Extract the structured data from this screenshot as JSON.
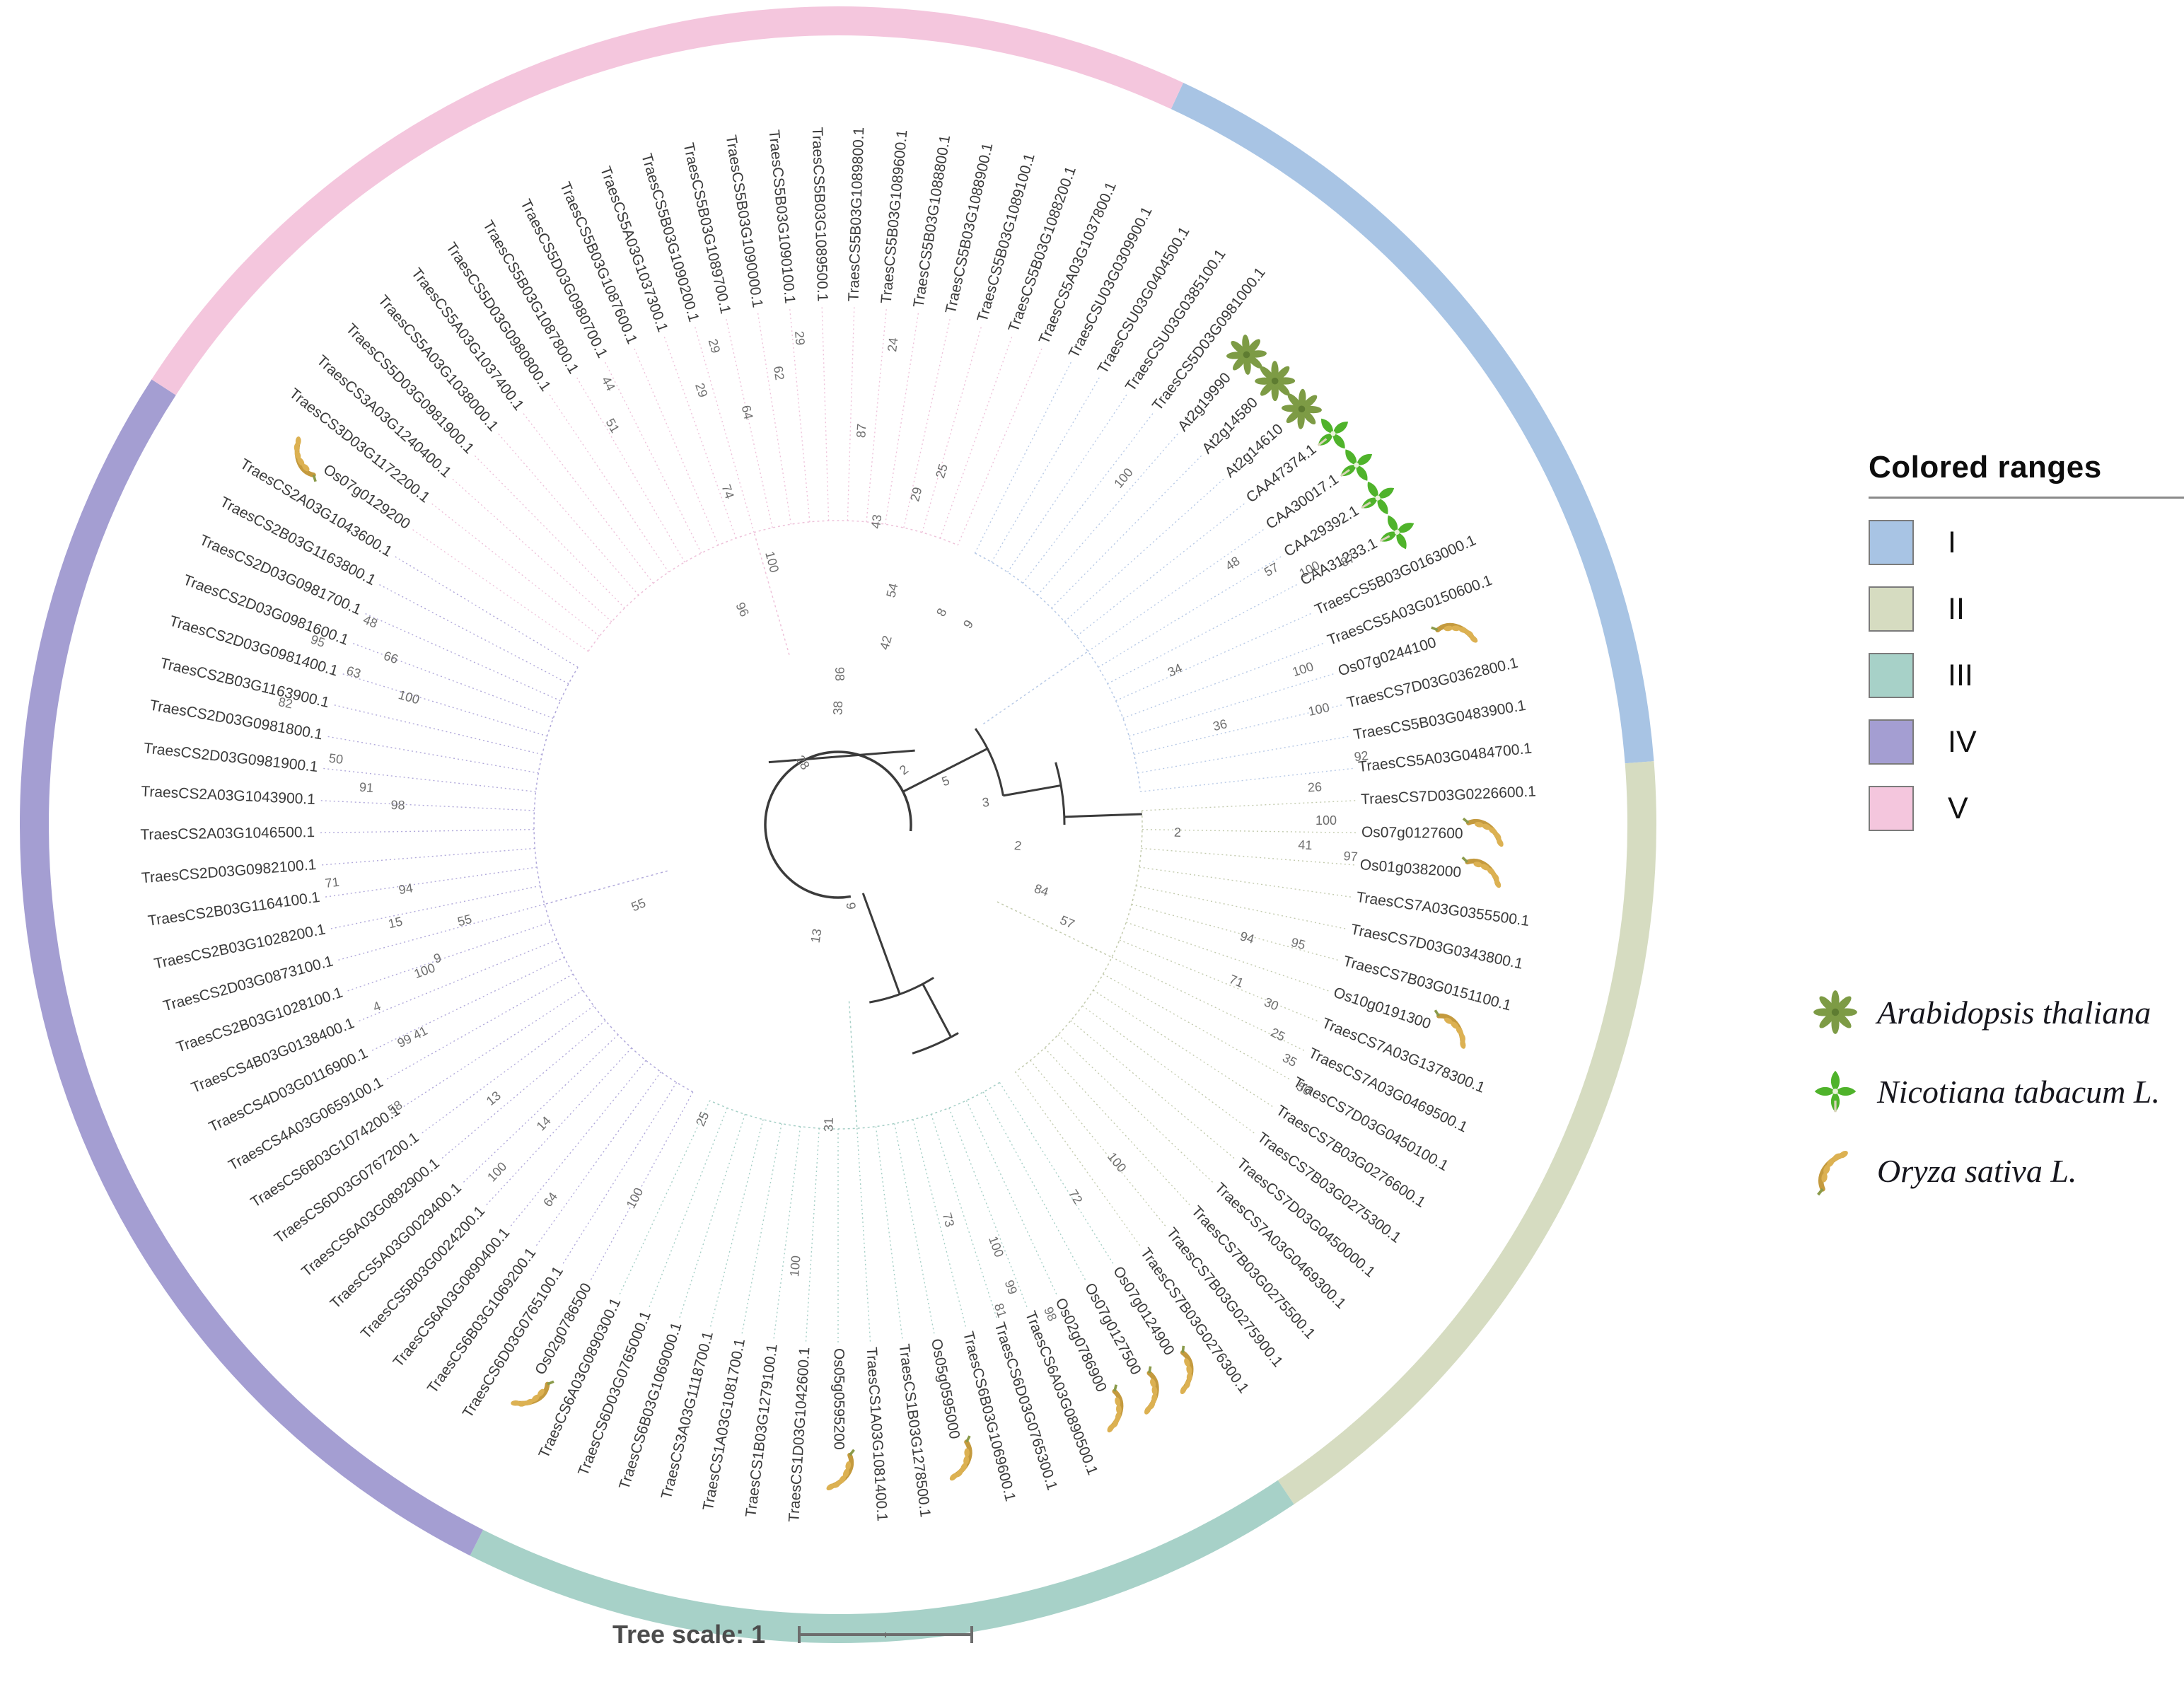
{
  "legend": {
    "title": "Colored ranges",
    "ranges": [
      {
        "label": "I",
        "color": "#a8c4e4"
      },
      {
        "label": "II",
        "color": "#d6dcc1"
      },
      {
        "label": "III",
        "color": "#a7d1c8"
      },
      {
        "label": "IV",
        "color": "#a49ed2"
      },
      {
        "label": "V",
        "color": "#f4c6dd"
      }
    ]
  },
  "species_legend": [
    {
      "name": "Arabidopsis thaliana",
      "icon": "arabidopsis-icon"
    },
    {
      "name": "Nicotiana tabacum L.",
      "icon": "tobacco-icon"
    },
    {
      "name": "Oryza sativa L.",
      "icon": "rice-icon"
    }
  ],
  "tree_scale": {
    "label": "Tree scale: 1",
    "value": 1
  },
  "tree": {
    "groups": {
      "I": {
        "color": "#a8c4e4",
        "branch_color": "#b7c9e6"
      },
      "II": {
        "color": "#d6dcc1",
        "branch_color": "#c3cbae"
      },
      "III": {
        "color": "#a7d1c8",
        "branch_color": "#a5cfc6"
      },
      "IV": {
        "color": "#a49ed2",
        "branch_color": "#b0a8da"
      },
      "V": {
        "color": "#f4c6dd",
        "branch_color": "#eec2da"
      }
    },
    "leaves": [
      {
        "label": "TraesCSU03G0309900.1",
        "group": "I",
        "icon": null
      },
      {
        "label": "TraesCSU03G0404500.1",
        "group": "I",
        "icon": null
      },
      {
        "label": "TraesCSU03G0385100.1",
        "group": "I",
        "icon": null
      },
      {
        "label": "TraesCS5D03G0981000.1",
        "group": "I",
        "icon": null
      },
      {
        "label": "At2g19990",
        "group": "I",
        "icon": "arabidopsis"
      },
      {
        "label": "At2g14580",
        "group": "I",
        "icon": "arabidopsis"
      },
      {
        "label": "At2g14610",
        "group": "I",
        "icon": "arabidopsis"
      },
      {
        "label": "CAA47374.1",
        "group": "I",
        "icon": "tobacco"
      },
      {
        "label": "CAA30017.1",
        "group": "I",
        "icon": "tobacco"
      },
      {
        "label": "CAA29392.1",
        "group": "I",
        "icon": "tobacco"
      },
      {
        "label": "CAA31233.1",
        "group": "I",
        "icon": "tobacco"
      },
      {
        "label": "TraesCS5B03G0163000.1",
        "group": "I",
        "icon": null
      },
      {
        "label": "TraesCS5A03G0150600.1",
        "group": "I",
        "icon": null
      },
      {
        "label": "Os07g0244100",
        "group": "I",
        "icon": "rice"
      },
      {
        "label": "TraesCS7D03G0362800.1",
        "group": "I",
        "icon": null
      },
      {
        "label": "TraesCS5B03G0483900.1",
        "group": "I",
        "icon": null
      },
      {
        "label": "TraesCS5A03G0484700.1",
        "group": "I",
        "icon": null
      },
      {
        "label": "TraesCS7D03G0226600.1",
        "group": "II",
        "icon": null
      },
      {
        "label": "Os07g0127600",
        "group": "II",
        "icon": "rice"
      },
      {
        "label": "Os01g0382000",
        "group": "II",
        "icon": "rice"
      },
      {
        "label": "TraesCS7A03G0355500.1",
        "group": "II",
        "icon": null
      },
      {
        "label": "TraesCS7D03G0343800.1",
        "group": "II",
        "icon": null
      },
      {
        "label": "TraesCS7B03G0151100.1",
        "group": "II",
        "icon": null
      },
      {
        "label": "Os10g0191300",
        "group": "II",
        "icon": "rice"
      },
      {
        "label": "TraesCS7A03G1378300.1",
        "group": "II",
        "icon": null
      },
      {
        "label": "TraesCS7A03G0469500.1",
        "group": "II",
        "icon": null
      },
      {
        "label": "TraesCS7D03G0450100.1",
        "group": "II",
        "icon": null
      },
      {
        "label": "TraesCS7B03G0276600.1",
        "group": "II",
        "icon": null
      },
      {
        "label": "TraesCS7B03G0275300.1",
        "group": "II",
        "icon": null
      },
      {
        "label": "TraesCS7D03G0450000.1",
        "group": "II",
        "icon": null
      },
      {
        "label": "TraesCS7A03G0469300.1",
        "group": "II",
        "icon": null
      },
      {
        "label": "TraesCS7B03G0275500.1",
        "group": "II",
        "icon": null
      },
      {
        "label": "TraesCS7B03G0275900.1",
        "group": "II",
        "icon": null
      },
      {
        "label": "TraesCS7B03G0276300.1",
        "group": "II",
        "icon": null
      },
      {
        "label": "Os07g0124900",
        "group": "III",
        "icon": "rice"
      },
      {
        "label": "Os07g0127500",
        "group": "III",
        "icon": "rice"
      },
      {
        "label": "Os02g0786900",
        "group": "III",
        "icon": "rice"
      },
      {
        "label": "TraesCS6A03G0890500.1",
        "group": "III",
        "icon": null
      },
      {
        "label": "TraesCS6D03G0765300.1",
        "group": "III",
        "icon": null
      },
      {
        "label": "TraesCS6B03G1069600.1",
        "group": "III",
        "icon": null
      },
      {
        "label": "Os05g0595000",
        "group": "III",
        "icon": "rice"
      },
      {
        "label": "TraesCS1B03G1278500.1",
        "group": "III",
        "icon": null
      },
      {
        "label": "TraesCS1A03G1081400.1",
        "group": "III",
        "icon": null
      },
      {
        "label": "Os05g0595200",
        "group": "III",
        "icon": "rice"
      },
      {
        "label": "TraesCS1D03G1042600.1",
        "group": "III",
        "icon": null
      },
      {
        "label": "TraesCS1B03G1279100.1",
        "group": "III",
        "icon": null
      },
      {
        "label": "TraesCS1A03G1081700.1",
        "group": "III",
        "icon": null
      },
      {
        "label": "TraesCS3A03G1118700.1",
        "group": "III",
        "icon": null
      },
      {
        "label": "TraesCS6B03G1069000.1",
        "group": "III",
        "icon": null
      },
      {
        "label": "TraesCS6D03G0765000.1",
        "group": "III",
        "icon": null
      },
      {
        "label": "TraesCS6A03G0890300.1",
        "group": "III",
        "icon": null
      },
      {
        "label": "Os02g0786500",
        "group": "IV",
        "icon": "rice"
      },
      {
        "label": "TraesCS6D03G0765100.1",
        "group": "IV",
        "icon": null
      },
      {
        "label": "TraesCS6B03G1069200.1",
        "group": "IV",
        "icon": null
      },
      {
        "label": "TraesCS6A03G0890400.1",
        "group": "IV",
        "icon": null
      },
      {
        "label": "TraesCS5B03G0024200.1",
        "group": "IV",
        "icon": null
      },
      {
        "label": "TraesCS5A03G0029400.1",
        "group": "IV",
        "icon": null
      },
      {
        "label": "TraesCS6A03G0892900.1",
        "group": "IV",
        "icon": null
      },
      {
        "label": "TraesCS6D03G0767200.1",
        "group": "IV",
        "icon": null
      },
      {
        "label": "TraesCS6B03G1074200.1",
        "group": "IV",
        "icon": null
      },
      {
        "label": "TraesCS4A03G0659100.1",
        "group": "IV",
        "icon": null
      },
      {
        "label": "TraesCS4D03G0116900.1",
        "group": "IV",
        "icon": null
      },
      {
        "label": "TraesCS4B03G0138400.1",
        "group": "IV",
        "icon": null
      },
      {
        "label": "TraesCS2B03G1028100.1",
        "group": "IV",
        "icon": null
      },
      {
        "label": "TraesCS2D03G0873100.1",
        "group": "IV",
        "icon": null
      },
      {
        "label": "TraesCS2B03G1028200.1",
        "group": "IV",
        "icon": null
      },
      {
        "label": "TraesCS2B03G1164100.1",
        "group": "IV",
        "icon": null
      },
      {
        "label": "TraesCS2D03G0982100.1",
        "group": "IV",
        "icon": null
      },
      {
        "label": "TraesCS2A03G1046500.1",
        "group": "IV",
        "icon": null
      },
      {
        "label": "TraesCS2A03G1043900.1",
        "group": "IV",
        "icon": null
      },
      {
        "label": "TraesCS2D03G0981900.1",
        "group": "IV",
        "icon": null
      },
      {
        "label": "TraesCS2D03G0981800.1",
        "group": "IV",
        "icon": null
      },
      {
        "label": "TraesCS2B03G1163900.1",
        "group": "IV",
        "icon": null
      },
      {
        "label": "TraesCS2D03G0981400.1",
        "group": "IV",
        "icon": null
      },
      {
        "label": "TraesCS2D03G0981600.1",
        "group": "IV",
        "icon": null
      },
      {
        "label": "TraesCS2D03G0981700.1",
        "group": "IV",
        "icon": null
      },
      {
        "label": "TraesCS2B03G1163800.1",
        "group": "IV",
        "icon": null
      },
      {
        "label": "TraesCS2A03G1043600.1",
        "group": "IV",
        "icon": null
      },
      {
        "label": "Os07g0129200",
        "group": "V",
        "icon": "rice"
      },
      {
        "label": "TraesCS3D03G1172200.1",
        "group": "V",
        "icon": null
      },
      {
        "label": "TraesCS3A03G1240400.1",
        "group": "V",
        "icon": null
      },
      {
        "label": "TraesCS5D03G0981900.1",
        "group": "V",
        "icon": null
      },
      {
        "label": "TraesCS5A03G1038000.1",
        "group": "V",
        "icon": null
      },
      {
        "label": "TraesCS5A03G1037400.1",
        "group": "V",
        "icon": null
      },
      {
        "label": "TraesCS5D03G0980800.1",
        "group": "V",
        "icon": null
      },
      {
        "label": "TraesCS5B03G1087800.1",
        "group": "V",
        "icon": null
      },
      {
        "label": "TraesCS5D03G0980700.1",
        "group": "V",
        "icon": null
      },
      {
        "label": "TraesCS5B03G1087600.1",
        "group": "V",
        "icon": null
      },
      {
        "label": "TraesCS5A03G1037300.1",
        "group": "V",
        "icon": null
      },
      {
        "label": "TraesCS5B03G1090200.1",
        "group": "V",
        "icon": null
      },
      {
        "label": "TraesCS5B03G1089700.1",
        "group": "V",
        "icon": null
      },
      {
        "label": "TraesCS5B03G1090000.1",
        "group": "V",
        "icon": null
      },
      {
        "label": "TraesCS5B03G1090100.1",
        "group": "V",
        "icon": null
      },
      {
        "label": "TraesCS5B03G1089500.1",
        "group": "V",
        "icon": null
      },
      {
        "label": "TraesCS5B03G1089800.1",
        "group": "V",
        "icon": null
      },
      {
        "label": "TraesCS5B03G1089600.1",
        "group": "V",
        "icon": null
      },
      {
        "label": "TraesCS5B03G1088800.1",
        "group": "V",
        "icon": null
      },
      {
        "label": "TraesCS5B03G1088900.1",
        "group": "V",
        "icon": null
      },
      {
        "label": "TraesCS5B03G1089100.1",
        "group": "V",
        "icon": null
      },
      {
        "label": "TraesCS5B03G1088200.1",
        "group": "V",
        "icon": null
      },
      {
        "label": "TraesCS5A03G1037800.1",
        "group": "V",
        "icon": null
      }
    ],
    "bootstrap_values": [
      {
        "a": 53,
        "r": 121,
        "v": 2
      },
      {
        "a": 70,
        "r": 164,
        "v": 5
      },
      {
        "a": 83,
        "r": 211,
        "v": 3
      },
      {
        "a": 98,
        "r": 256,
        "v": 2
      },
      {
        "a": 109,
        "r": 302,
        "v": 84
      },
      {
        "a": 114,
        "r": 352,
        "v": 57
      },
      {
        "a": 174,
        "r": 116,
        "v": 9
      },
      {
        "a": 189,
        "r": 160,
        "v": 13
      },
      {
        "a": 40,
        "r": 635,
        "v": 100
      },
      {
        "a": 57,
        "r": 669,
        "v": 48
      },
      {
        "a": 60,
        "r": 711,
        "v": 57
      },
      {
        "a": 62,
        "r": 758,
        "v": 100
      },
      {
        "a": 63,
        "r": 812,
        "v": 87
      },
      {
        "a": 66,
        "r": 524,
        "v": 34
      },
      {
        "a": 72,
        "r": 693,
        "v": 100
      },
      {
        "a": 76,
        "r": 558,
        "v": 36
      },
      {
        "a": 77,
        "r": 699,
        "v": 100
      },
      {
        "a": 83,
        "r": 746,
        "v": 92
      },
      {
        "a": 86,
        "r": 676,
        "v": 26
      },
      {
        "a": 92,
        "r": 480,
        "v": 2
      },
      {
        "a": 93,
        "r": 661,
        "v": 41
      },
      {
        "a": 94,
        "r": 726,
        "v": 97
      },
      {
        "a": 90,
        "r": 690,
        "v": 100
      },
      {
        "a": 106,
        "r": 600,
        "v": 94
      },
      {
        "a": 105,
        "r": 672,
        "v": 95
      },
      {
        "a": 112,
        "r": 605,
        "v": 71
      },
      {
        "a": 113,
        "r": 663,
        "v": 30
      },
      {
        "a": 116,
        "r": 689,
        "v": 25
      },
      {
        "a": 118,
        "r": 720,
        "v": 35
      },
      {
        "a": 120,
        "r": 757,
        "v": 50
      },
      {
        "a": 141,
        "r": 619,
        "v": 100
      },
      {
        "a": 148,
        "r": 624,
        "v": 72
      },
      {
        "a": 165,
        "r": 580,
        "v": 73
      },
      {
        "a": 160,
        "r": 637,
        "v": 100
      },
      {
        "a": 160,
        "r": 698,
        "v": 99
      },
      {
        "a": 162,
        "r": 724,
        "v": 81
      },
      {
        "a": 157,
        "r": 754,
        "v": 98
      },
      {
        "a": 185,
        "r": 627,
        "v": 100
      },
      {
        "a": 181,
        "r": 424,
        "v": 31
      },
      {
        "a": 204,
        "r": 458,
        "v": 25
      },
      {
        "a": 208,
        "r": 601,
        "v": 100
      },
      {
        "a": 224,
        "r": 688,
        "v": 100
      },
      {
        "a": 217,
        "r": 668,
        "v": 64
      },
      {
        "a": 231,
        "r": 622,
        "v": 13
      },
      {
        "a": 224,
        "r": 593,
        "v": 14
      },
      {
        "a": 237,
        "r": 743,
        "v": 58
      },
      {
        "a": 243,
        "r": 660,
        "v": 41
      },
      {
        "a": 248,
        "r": 701,
        "v": 4
      },
      {
        "a": 251,
        "r": 597,
        "v": 9
      },
      {
        "a": 257,
        "r": 641,
        "v": 15
      },
      {
        "a": 247,
        "r": 304,
        "v": 55
      },
      {
        "a": 243,
        "r": 685,
        "v": 99
      },
      {
        "a": 250,
        "r": 620,
        "v": 100
      },
      {
        "a": 255,
        "r": 545,
        "v": 55
      },
      {
        "a": 261,
        "r": 618,
        "v": 94
      },
      {
        "a": 263,
        "r": 720,
        "v": 71
      },
      {
        "a": 272,
        "r": 623,
        "v": 98
      },
      {
        "a": 274,
        "r": 669,
        "v": 91
      },
      {
        "a": 277,
        "r": 716,
        "v": 50
      },
      {
        "a": 287,
        "r": 718,
        "v": 63
      },
      {
        "a": 290,
        "r": 675,
        "v": 66
      },
      {
        "a": 293,
        "r": 721,
        "v": 48
      },
      {
        "a": 286,
        "r": 633,
        "v": 100
      },
      {
        "a": 282,
        "r": 800,
        "v": 82
      },
      {
        "a": 289,
        "r": 780,
        "v": 95
      },
      {
        "a": 330,
        "r": 648,
        "v": 51
      },
      {
        "a": 332,
        "r": 703,
        "v": 44
      },
      {
        "a": 335,
        "r": 333,
        "v": 96
      },
      {
        "a": 345,
        "r": 383,
        "v": 100
      },
      {
        "a": 341,
        "r": 496,
        "v": 74
      },
      {
        "a": 347,
        "r": 597,
        "v": 64
      },
      {
        "a": 342,
        "r": 644,
        "v": 29
      },
      {
        "a": 345,
        "r": 699,
        "v": 29
      },
      {
        "a": 352,
        "r": 644,
        "v": 62
      },
      {
        "a": 355,
        "r": 690,
        "v": 29
      },
      {
        "a": 2,
        "r": 165,
        "v": 38
      },
      {
        "a": 16,
        "r": 266,
        "v": 42
      },
      {
        "a": 327,
        "r": 101,
        "v": 28
      },
      {
        "a": 359,
        "r": 213,
        "v": 98
      },
      {
        "a": 4,
        "r": 558,
        "v": 87
      },
      {
        "a": 7,
        "r": 683,
        "v": 24
      },
      {
        "a": 8,
        "r": 432,
        "v": 43
      },
      {
        "a": 14,
        "r": 340,
        "v": 54
      },
      {
        "a": 14,
        "r": 480,
        "v": 29
      },
      {
        "a": 17,
        "r": 521,
        "v": 25
      },
      {
        "a": 27,
        "r": 334,
        "v": 8
      },
      {
        "a": 34,
        "r": 338,
        "v": 9
      }
    ]
  }
}
